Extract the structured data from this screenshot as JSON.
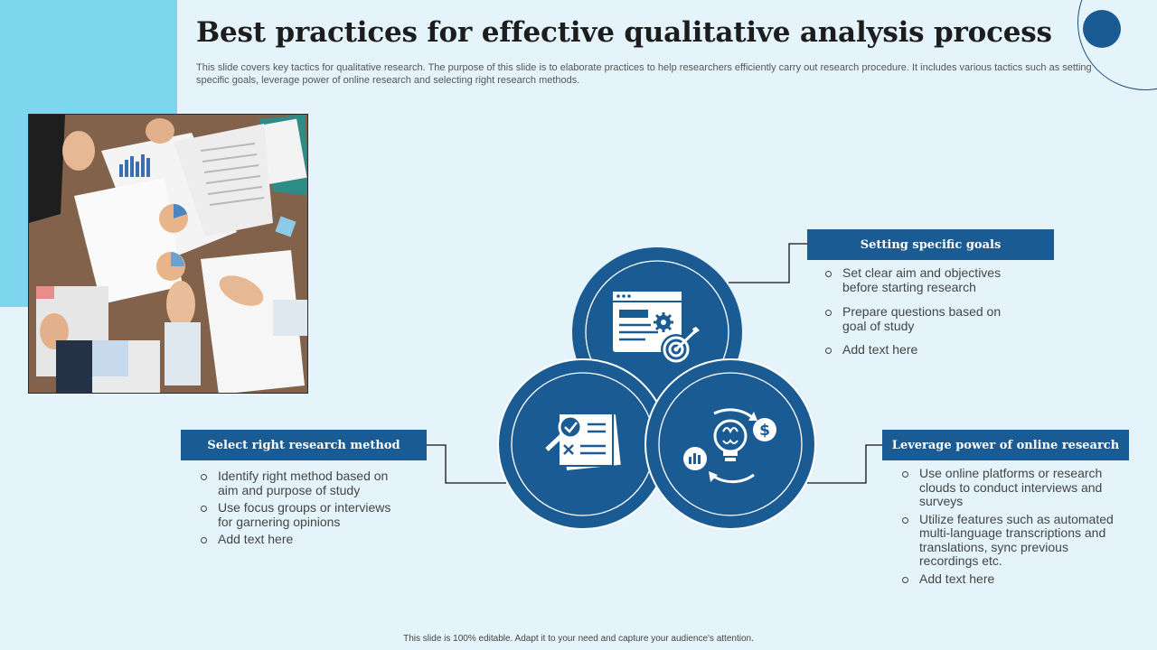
{
  "title": "Best practices for effective qualitative analysis process",
  "subtitle": "This slide covers key tactics for qualitative research. The purpose of this slide is to elaborate practices to help researchers efficiently carry out research procedure. It includes various tactics such as setting specific goals, leverage power of online research and selecting right research methods.",
  "photo": {
    "description": "team-analyzing-reports-photo"
  },
  "colors": {
    "accent": "#1b5b93",
    "light_accent": "#7cd6ee",
    "background": "#e5f4fb"
  },
  "sections": {
    "goals": {
      "heading": "Setting specific goals",
      "icon": "browser-settings-target-icon",
      "bullets": [
        "Set clear aim and objectives before starting research",
        "Prepare questions based on goal of study",
        "Add text here"
      ]
    },
    "method": {
      "heading": "Select right research method",
      "icon": "document-search-checklist-icon",
      "bullets": [
        "Identify right method based on aim and purpose of study",
        "Use focus groups or interviews for garnering opinions",
        "Add text here"
      ]
    },
    "online": {
      "heading": "Leverage power of online research",
      "icon": "brain-bulb-money-chart-icon",
      "bullets": [
        "Use online platforms or research clouds to conduct interviews and surveys",
        "Utilize features such as automated multi-language transcriptions and translations, sync previous recordings etc.",
        "Add text here"
      ]
    }
  },
  "footer": "This slide is 100% editable.  Adapt it to your need and capture your audience's attention."
}
